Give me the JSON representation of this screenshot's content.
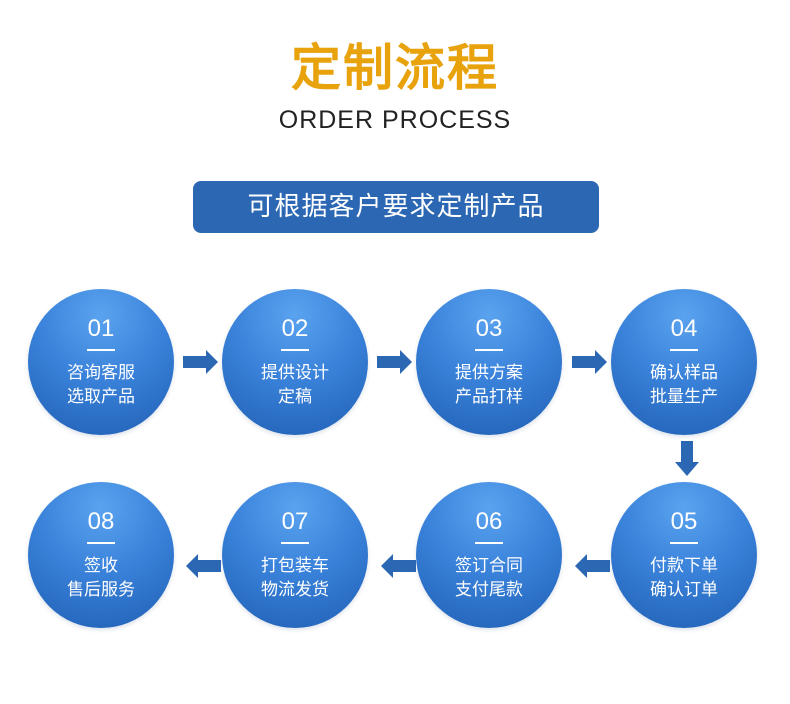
{
  "header": {
    "title": "定制流程",
    "subtitle": "ORDER PROCESS",
    "banner": "可根据客户要求定制产品"
  },
  "steps": [
    {
      "num": "01",
      "line1": "咨询客服",
      "line2": "选取产品"
    },
    {
      "num": "02",
      "line1": "提供设计",
      "line2": "定稿"
    },
    {
      "num": "03",
      "line1": "提供方案",
      "line2": "产品打样"
    },
    {
      "num": "04",
      "line1": "确认样品",
      "line2": "批量生产"
    },
    {
      "num": "05",
      "line1": "付款下单",
      "line2": "确认订单"
    },
    {
      "num": "06",
      "line1": "签订合同",
      "line2": "支付尾款"
    },
    {
      "num": "07",
      "line1": "打包装车",
      "line2": "物流发货"
    },
    {
      "num": "08",
      "line1": "签收",
      "line2": "售后服务"
    }
  ],
  "colors": {
    "title": "#e8a20c",
    "banner": "#2b67b3",
    "circle": "#3a82da",
    "arrow": "#2b67b3"
  },
  "icons": {
    "arrow_right": "arrow-right-icon",
    "arrow_left": "arrow-left-icon",
    "arrow_down": "arrow-down-icon"
  }
}
